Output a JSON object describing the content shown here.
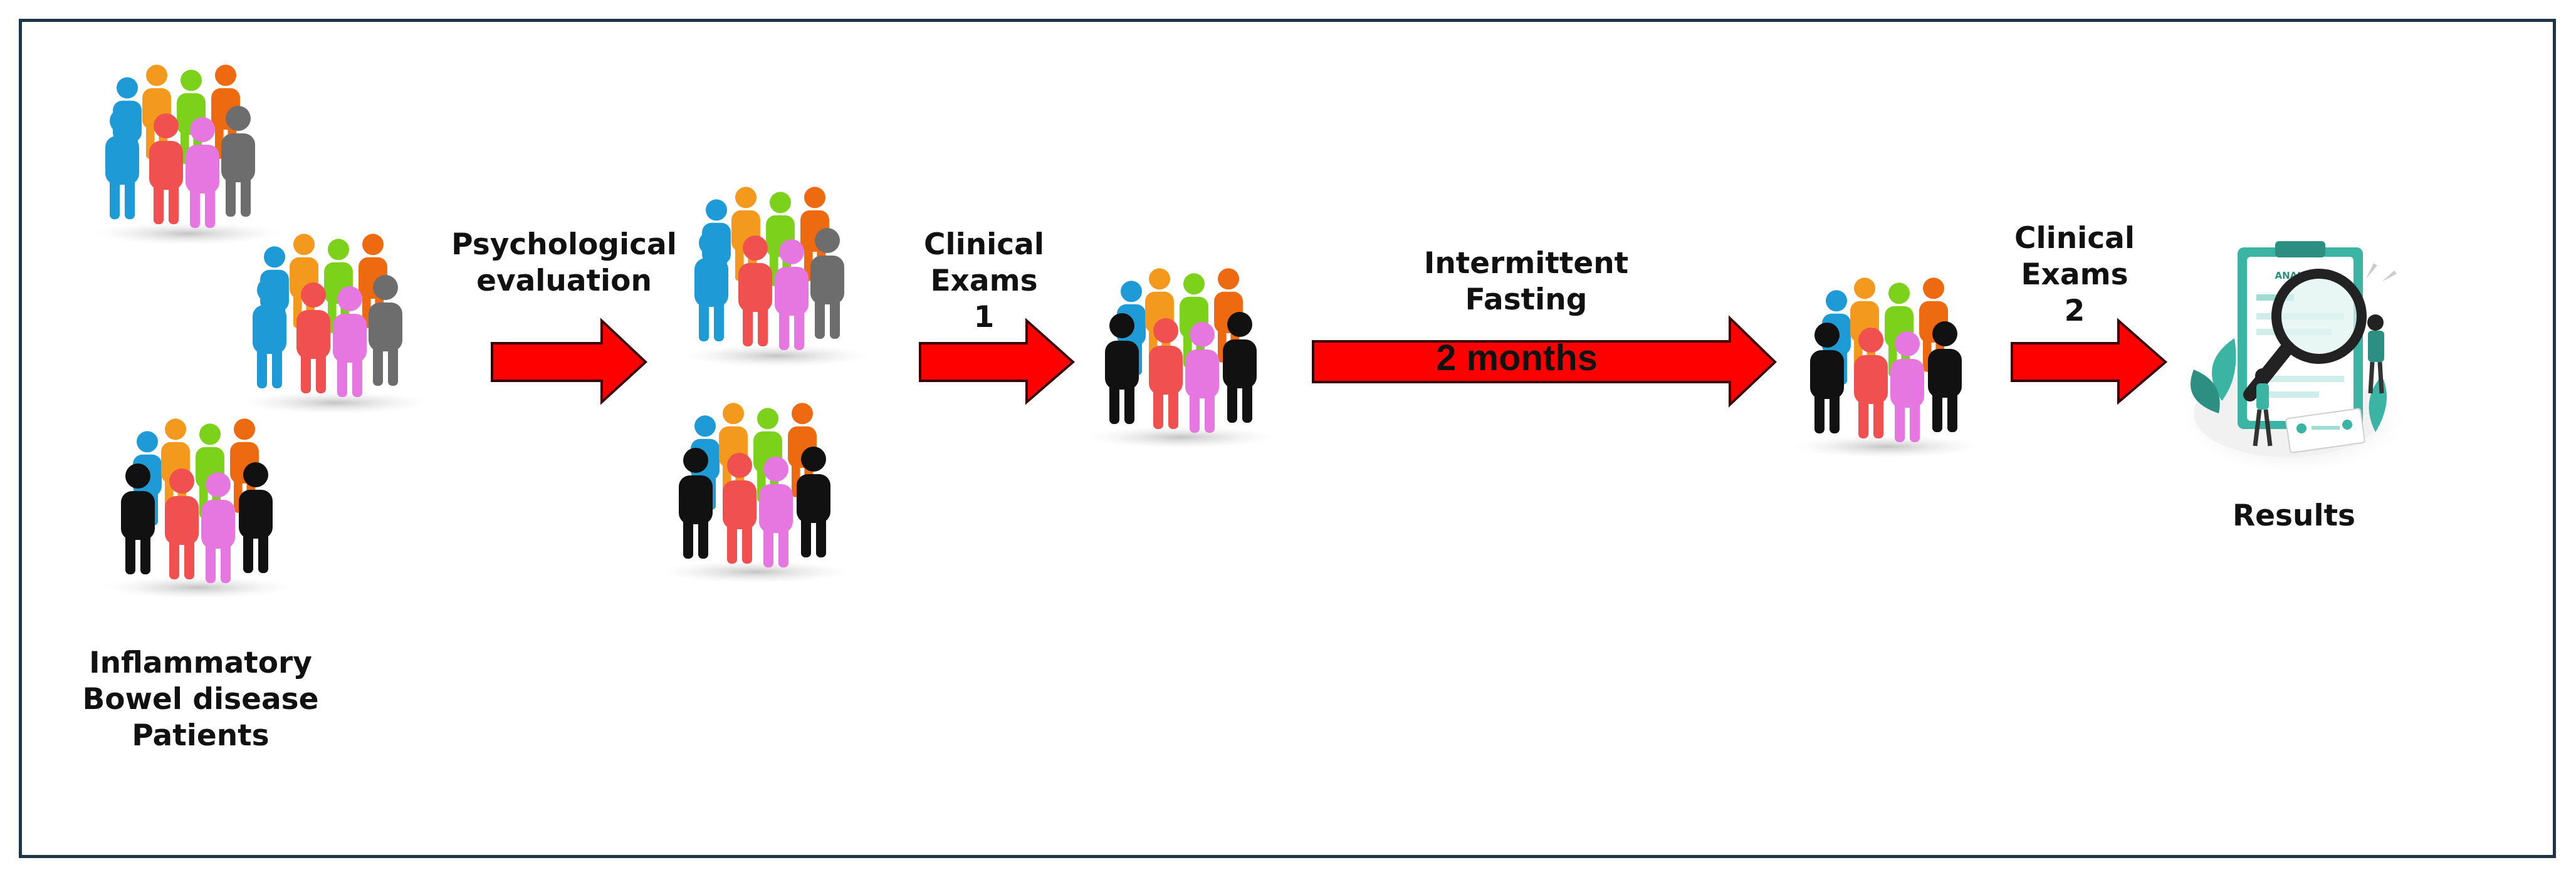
{
  "labels": {
    "patients": [
      "Inflammatory",
      "Bowel disease",
      "Patients"
    ],
    "psych": [
      "Psychological",
      "evaluation"
    ],
    "clinical1": [
      "Clinical",
      "Exams",
      "1"
    ],
    "fasting": [
      "Intermittent",
      "Fasting"
    ],
    "duration": "2 months",
    "clinical2": [
      "Clinical",
      "Exams",
      "2"
    ],
    "results": "Results",
    "clipboard": "ANALYSIS"
  },
  "colors": {
    "arrow_fill": "#ff0000",
    "arrow_stroke": "#3a0000",
    "frame": "#1f3546",
    "person_blue": "#1e9ad6",
    "person_orange": "#f39a1e",
    "person_green": "#7cd11a",
    "person_dark_orange": "#ee6a10",
    "person_red": "#f05050",
    "person_pink": "#e777e0",
    "person_gray": "#6d6d6d",
    "person_black": "#111111",
    "results_teal": "#3bb4a4"
  },
  "groups": [
    {
      "name": "patients-group-colorful-1",
      "scheme": "colorful"
    },
    {
      "name": "patients-group-colorful-2",
      "scheme": "colorful"
    },
    {
      "name": "patients-group-black-front",
      "scheme": "black-front"
    },
    {
      "name": "post-eval-group-colorful",
      "scheme": "colorful"
    },
    {
      "name": "post-eval-group-black-front",
      "scheme": "black-front"
    },
    {
      "name": "clinical1-group",
      "scheme": "black-front"
    },
    {
      "name": "clinical2-group",
      "scheme": "black-front"
    }
  ]
}
